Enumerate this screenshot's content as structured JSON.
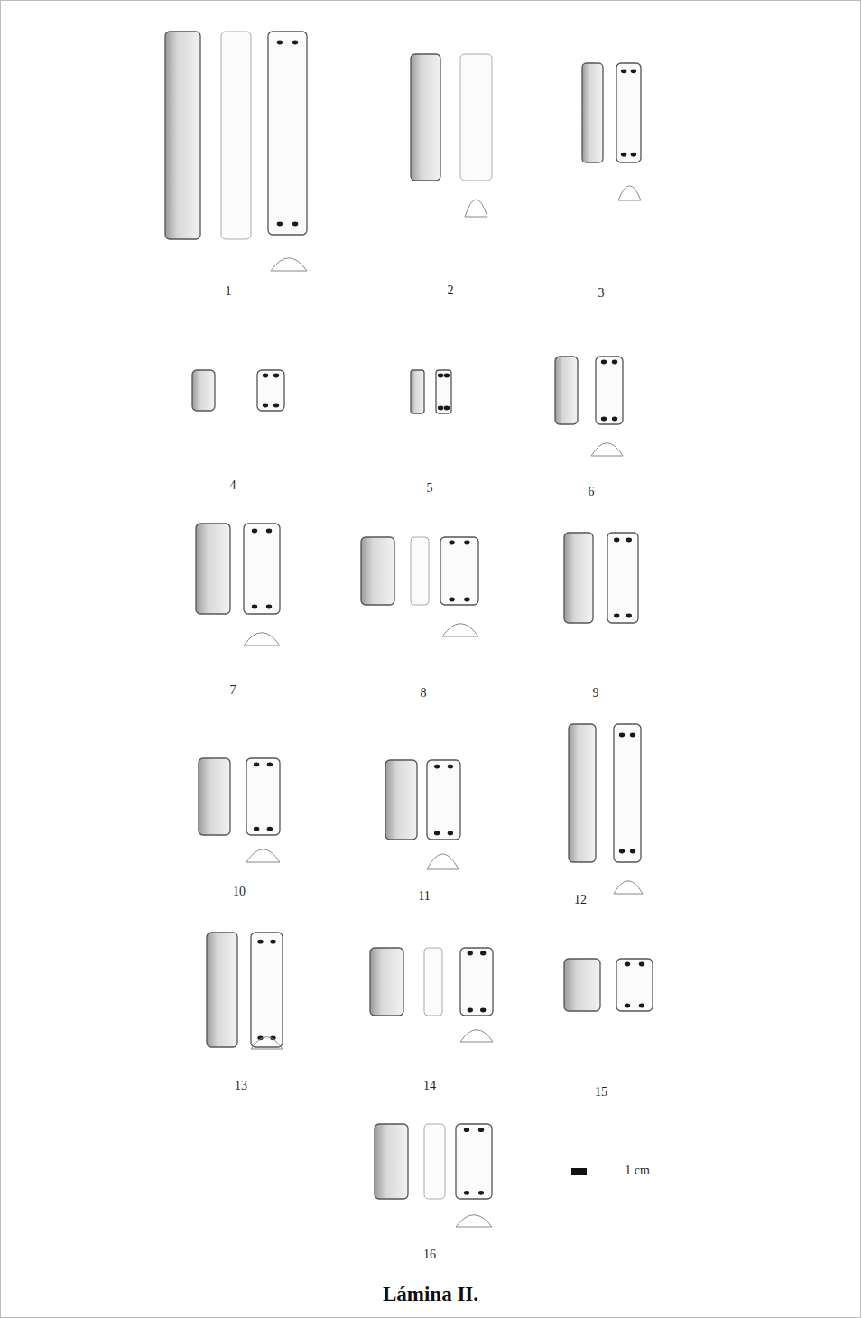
{
  "diagram": {
    "caption": "Lámina II.",
    "labels": [
      "1",
      "2",
      "3",
      "4",
      "5",
      "6",
      "7",
      "8",
      "9",
      "10",
      "11",
      "12",
      "13",
      "14",
      "15",
      "16",
      "1 cm"
    ]
  }
}
